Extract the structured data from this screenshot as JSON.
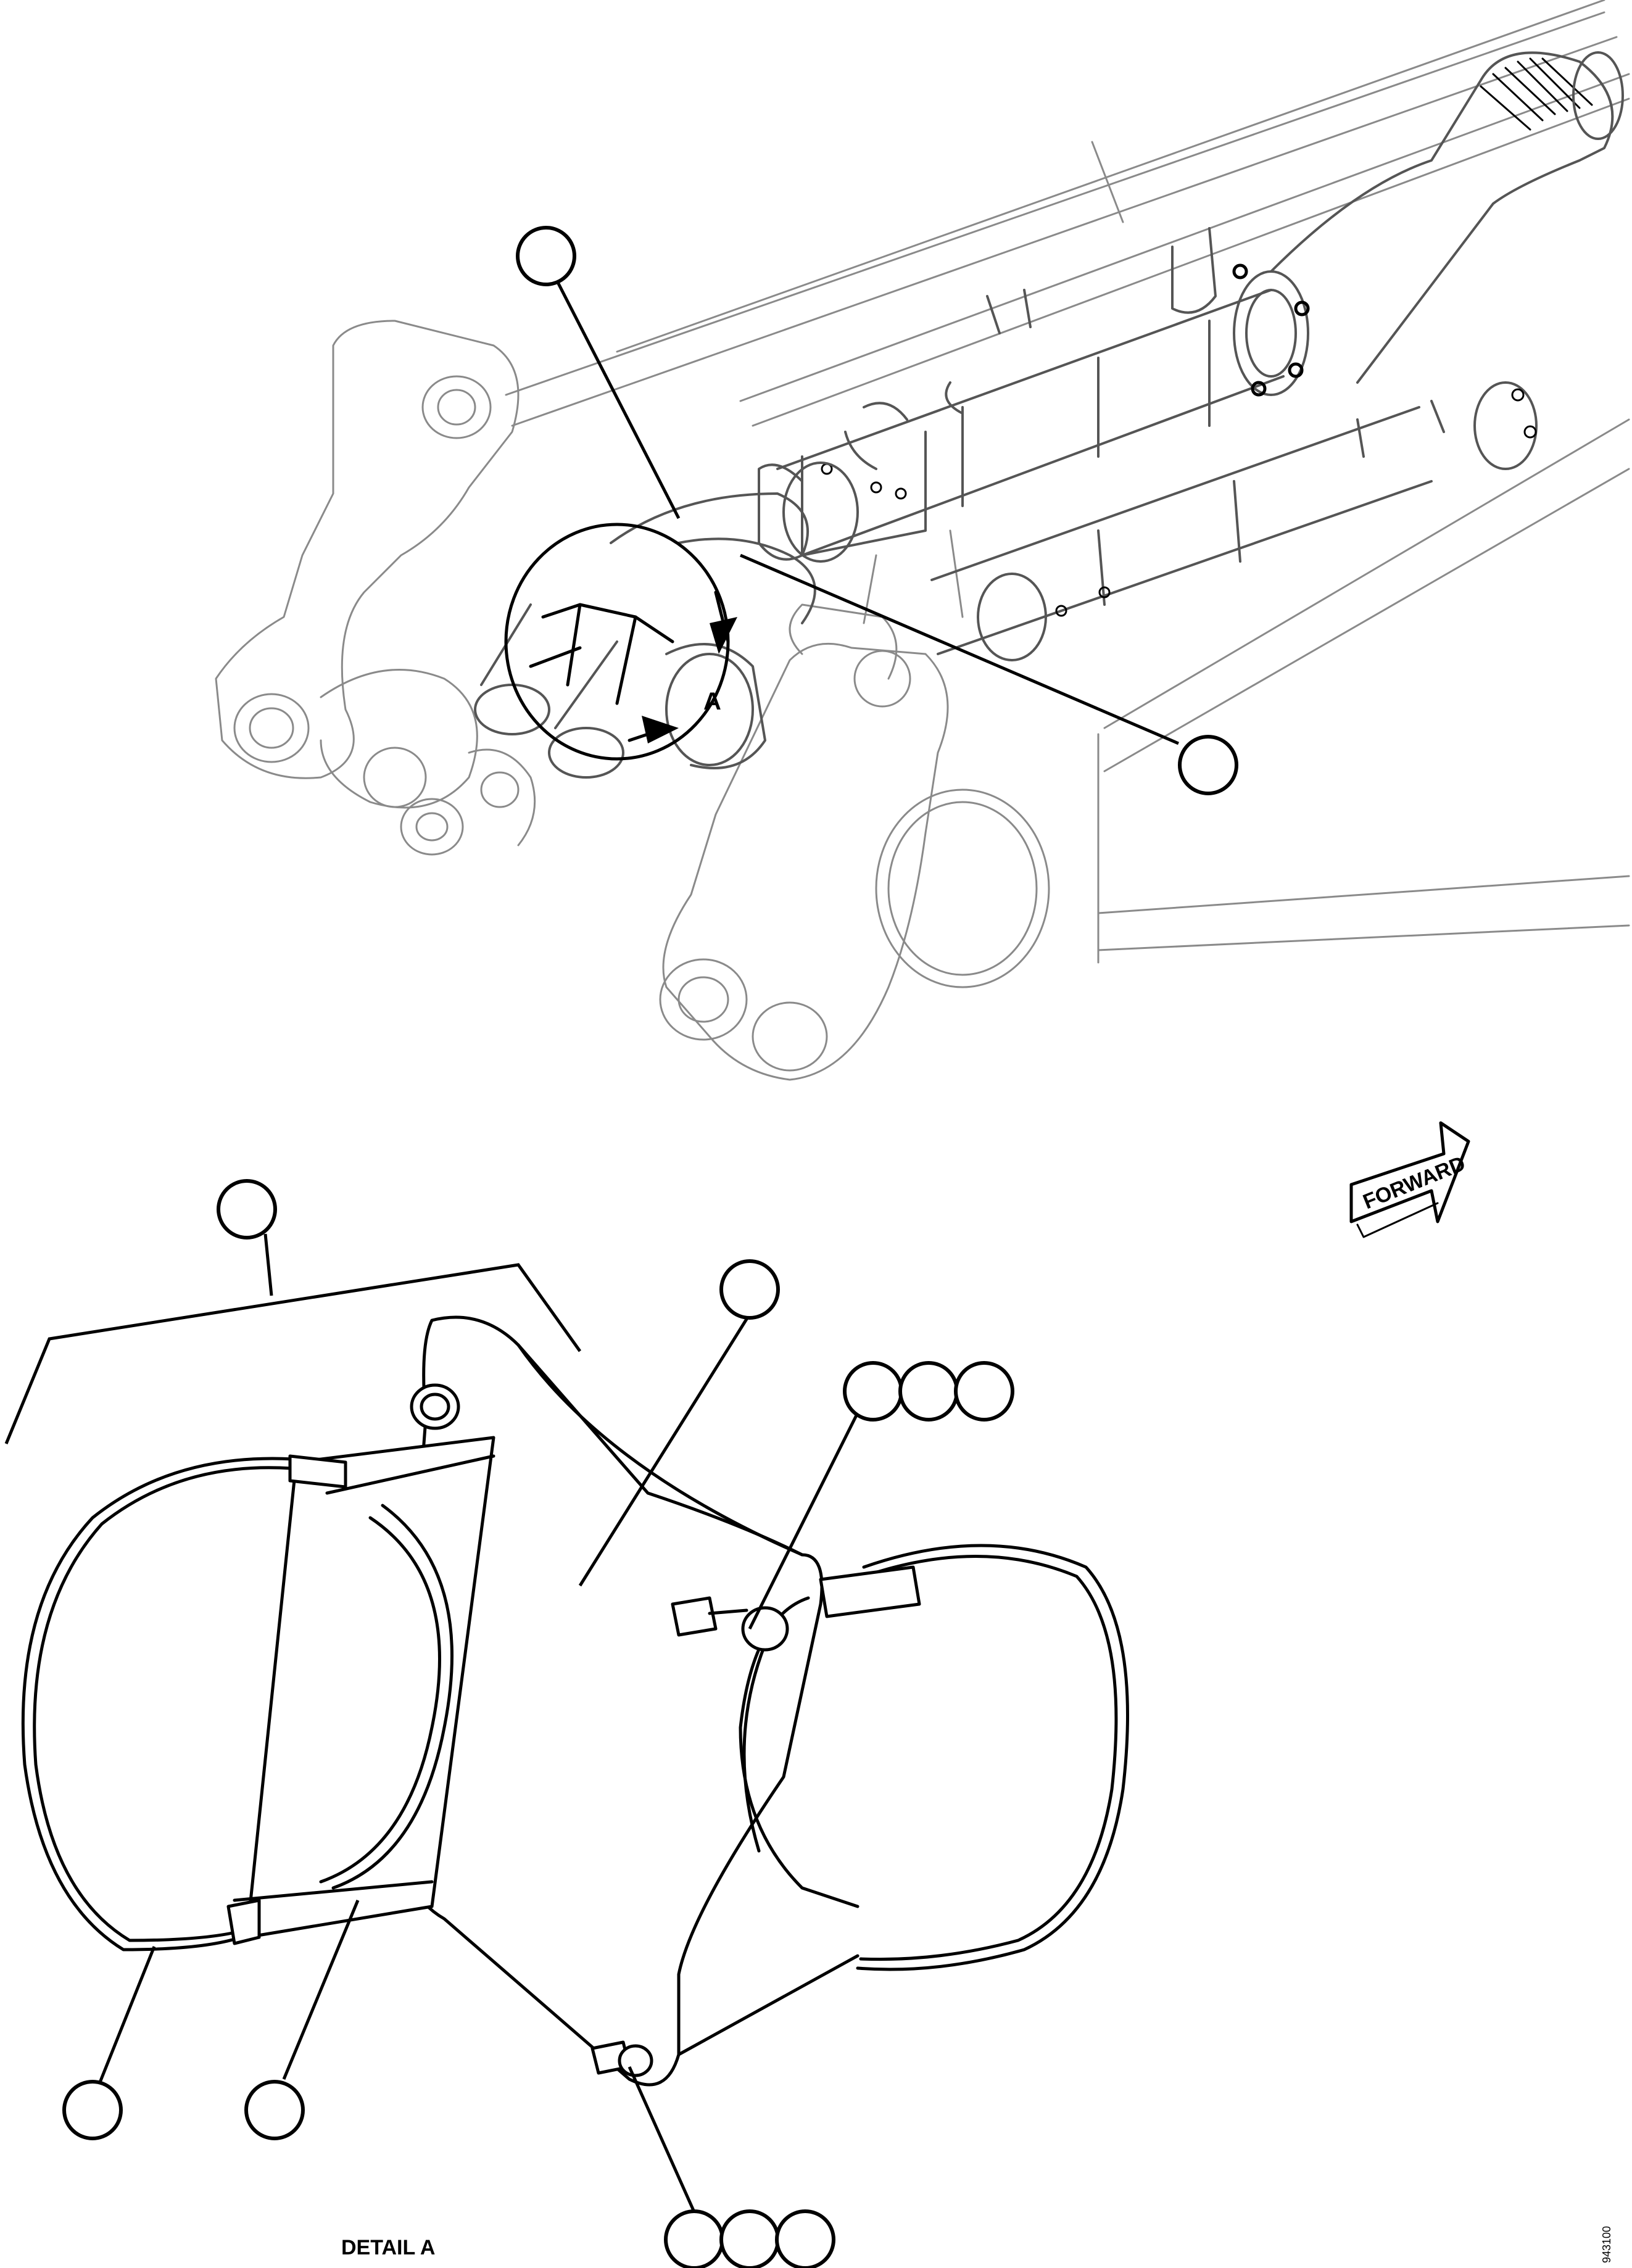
{
  "view_letter": "A",
  "forward_label": "FORWARD",
  "detail_label": "DETAIL A",
  "drawing_id": "943100"
}
